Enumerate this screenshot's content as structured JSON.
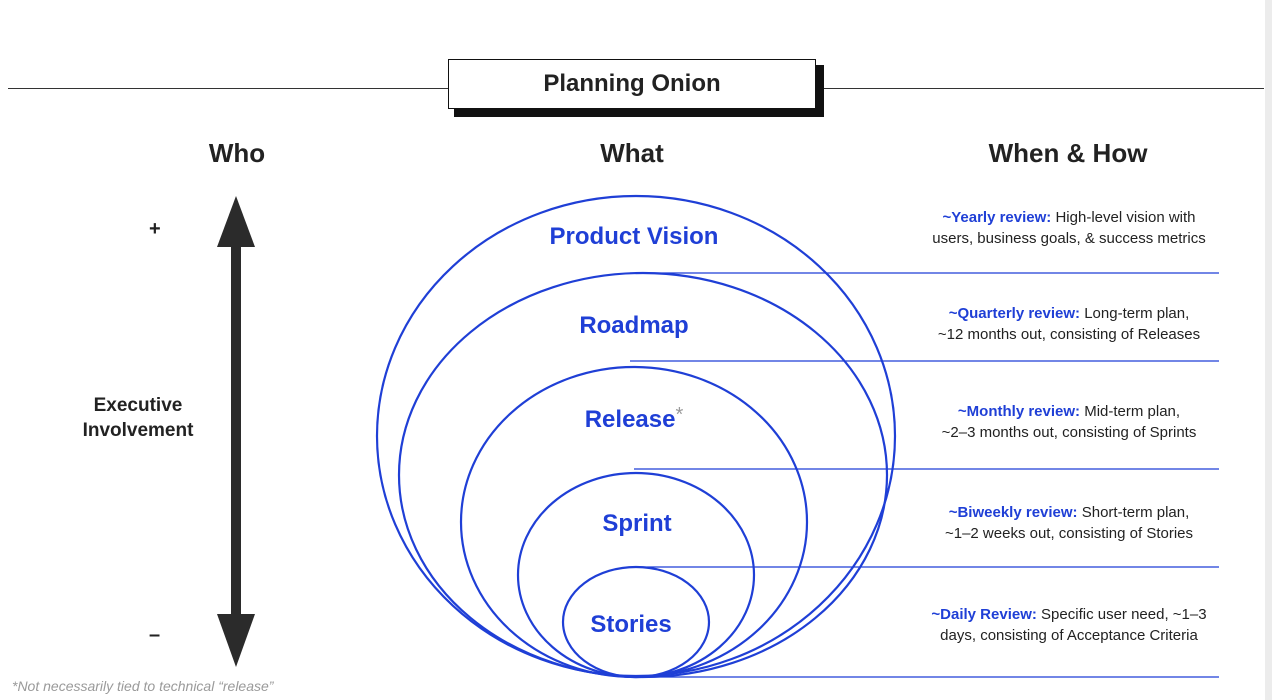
{
  "title": "Planning Onion",
  "headers": {
    "who": "Who",
    "what": "What",
    "when_how": "When & How"
  },
  "axis": {
    "plus": "+",
    "minus": "–",
    "label_line1": "Executive",
    "label_line2": "Involvement"
  },
  "layers": [
    {
      "name": "Product Vision",
      "key": "~Yearly review:",
      "desc_line1": "High-level vision with",
      "desc_line2": "users, business goals, & success metrics"
    },
    {
      "name": "Roadmap",
      "key": "~Quarterly review:",
      "desc_line1": "Long-term plan,",
      "desc_line2": "~12 months out, consisting of Releases"
    },
    {
      "name": "Release",
      "asterisk": "*",
      "key": "~Monthly review:",
      "desc_line1": "Mid-term plan,",
      "desc_line2": "~2–3 months out, consisting of Sprints"
    },
    {
      "name": "Sprint",
      "key": "~Biweekly review:",
      "desc_line1": "Short-term plan,",
      "desc_line2": "~1–2 weeks out, consisting of Stories"
    },
    {
      "name": "Stories",
      "key": "~Daily Review:",
      "desc_line1": "Specific user need, ~1–3",
      "desc_line2": "days, consisting of Acceptance Criteria"
    }
  ],
  "footnote": "*Not necessarily tied to technical “release”",
  "colors": {
    "accent": "#1f3fd6",
    "ink": "#222222",
    "arrow": "#2b2b2b",
    "muted": "#9a9a9a"
  }
}
